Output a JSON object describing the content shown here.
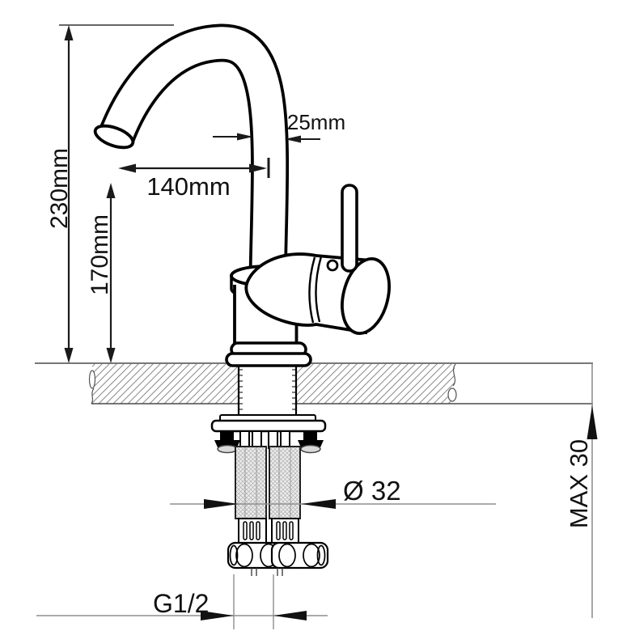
{
  "diagram": {
    "description": "Single-lever basin mixer tap technical line drawing with installation dimensions",
    "labels": {
      "total_height": "230mm",
      "spout_height": "170mm",
      "spout_reach": "140mm",
      "spout_tube_diameter": "25mm",
      "mounting_hole_diameter": "Ø 32",
      "connection_thread": "G1/2",
      "max_counter_thickness": "MAX 30"
    },
    "colors": {
      "outline": "#000000",
      "dimension_line": "#1a1a1a",
      "auxiliary_line": "#8f8f8f",
      "hatch_line": "#8a8a8a",
      "background": "#ffffff"
    }
  }
}
